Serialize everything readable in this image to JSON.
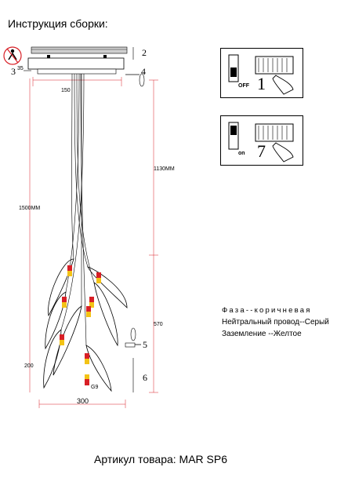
{
  "title": "Инструкция сборки:",
  "dimensions": {
    "canopy_width": "150",
    "canopy_height": "35",
    "total_height": "1500MM",
    "cable_length": "1130MM",
    "cluster_height": "570",
    "bottom_offset": "200",
    "cluster_width": "300",
    "bulb_size": "G9"
  },
  "steps": [
    "2",
    "3",
    "4",
    "5",
    "6"
  ],
  "panels": [
    {
      "state": "OFF",
      "number": "1"
    },
    {
      "state": "on",
      "number": "7"
    }
  ],
  "wiring": {
    "phase": "Фаза--коричневая",
    "neutral": "Нейтральный провод--Серый",
    "ground": "Заземление --Желтое"
  },
  "article": "Артикул товара: MAR SP6",
  "colors": {
    "bulb_red": "#d81f26",
    "bulb_yellow": "#f3c316",
    "ceiling": "#bfbfbf"
  }
}
